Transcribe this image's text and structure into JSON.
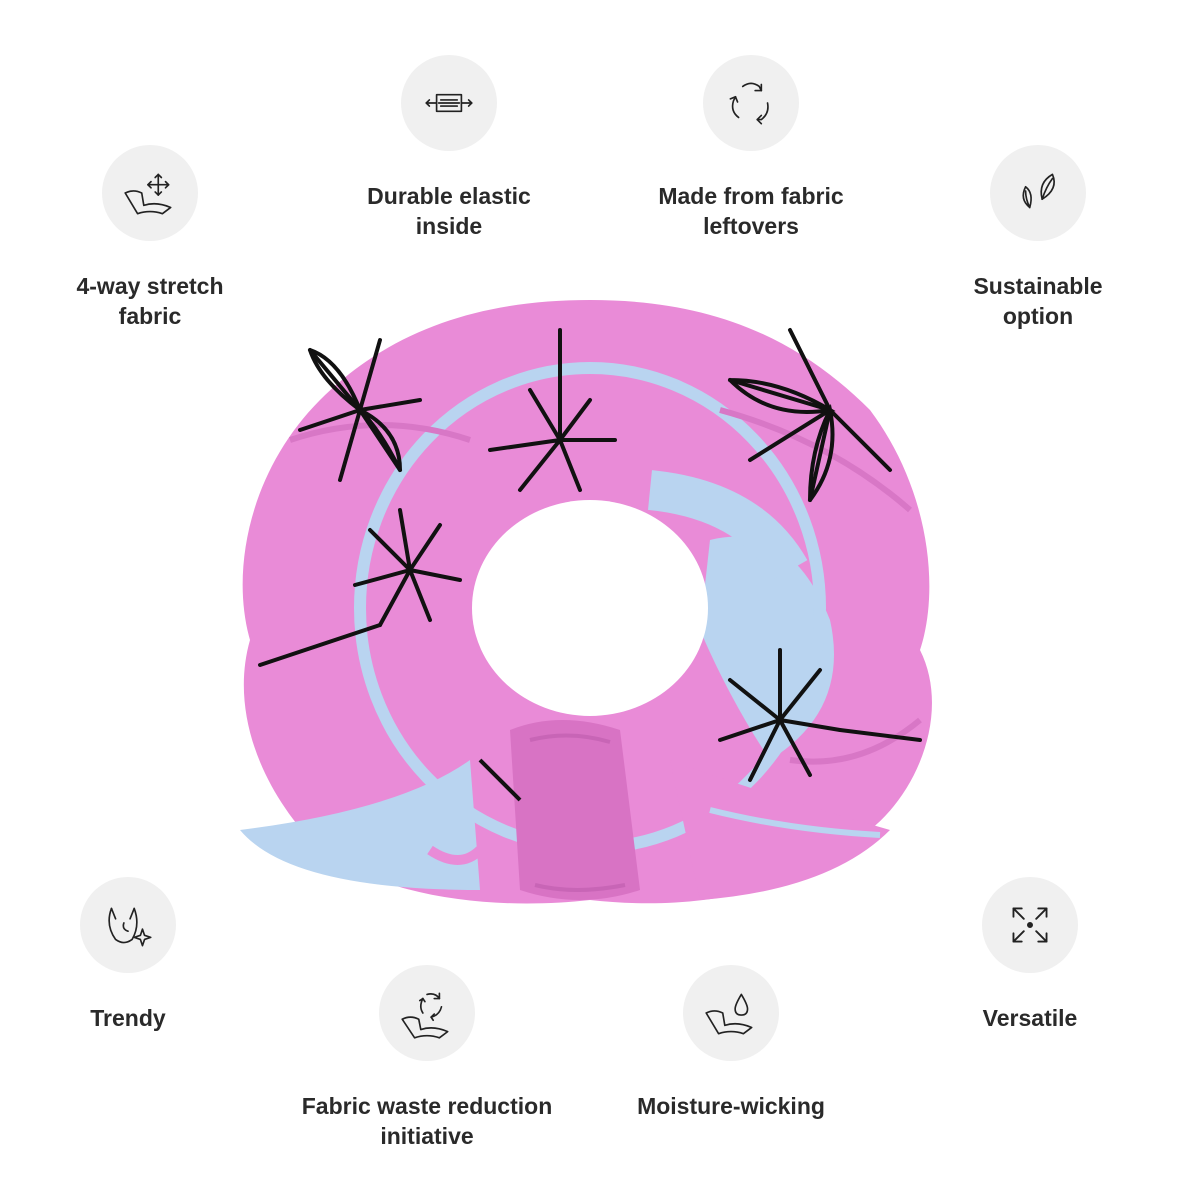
{
  "features": {
    "stretch": {
      "label": "4-way stretch\nfabric",
      "icon": "stretch-fabric-icon"
    },
    "elastic": {
      "label": "Durable elastic\ninside",
      "icon": "elastic-band-icon"
    },
    "leftovers": {
      "label": "Made from fabric\nleftovers",
      "icon": "recycle-icon"
    },
    "sustain": {
      "label": "Sustainable\noption",
      "icon": "leaves-icon"
    },
    "trendy": {
      "label": "Trendy",
      "icon": "cat-sparkle-icon"
    },
    "waste": {
      "label": "Fabric waste reduction\ninitiative",
      "icon": "fabric-recycle-icon"
    },
    "moisture": {
      "label": "Moisture-wicking",
      "icon": "water-drop-fabric-icon"
    },
    "versatile": {
      "label": "Versatile",
      "icon": "expand-arrows-icon"
    }
  },
  "product": {
    "name": "scrunchie",
    "colors": {
      "pink": "#e98bd7",
      "blue": "#b9d4f0",
      "outline": "#111111",
      "icon_bg": "#f0f0f0"
    }
  }
}
